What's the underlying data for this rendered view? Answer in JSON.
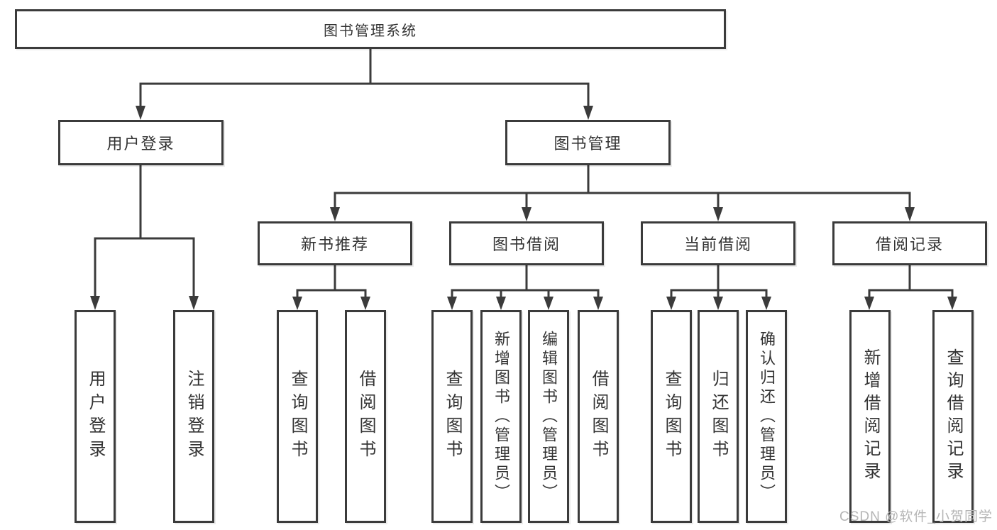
{
  "diagram": {
    "root": {
      "label": "图书管理系统"
    },
    "branches": [
      {
        "label": "用户登录",
        "children": [
          {
            "label": "用户登录"
          },
          {
            "label": "注销登录"
          }
        ]
      },
      {
        "label": "图书管理",
        "sections": [
          {
            "label": "新书推荐",
            "children": [
              {
                "label": "查询图书"
              },
              {
                "label": "借阅图书"
              }
            ]
          },
          {
            "label": "图书借阅",
            "children": [
              {
                "label": "查询图书"
              },
              {
                "label": "新增图书（管理员）"
              },
              {
                "label": "编辑图书（管理员）"
              },
              {
                "label": "借阅图书"
              }
            ]
          },
          {
            "label": "当前借阅",
            "children": [
              {
                "label": "查询图书"
              },
              {
                "label": "归还图书"
              },
              {
                "label": "确认归还（管理员）"
              }
            ]
          },
          {
            "label": "借阅记录",
            "children": [
              {
                "label": "新增借阅记录"
              },
              {
                "label": "查询借阅记录"
              }
            ]
          }
        ]
      }
    ]
  },
  "watermark": "CSDN @软件_小贺同学",
  "colors": {
    "line": "#3b3b3b",
    "box_border": "#3b3b3b",
    "text": "#333333",
    "watermark": "#b5b5b5",
    "background": "#ffffff"
  }
}
